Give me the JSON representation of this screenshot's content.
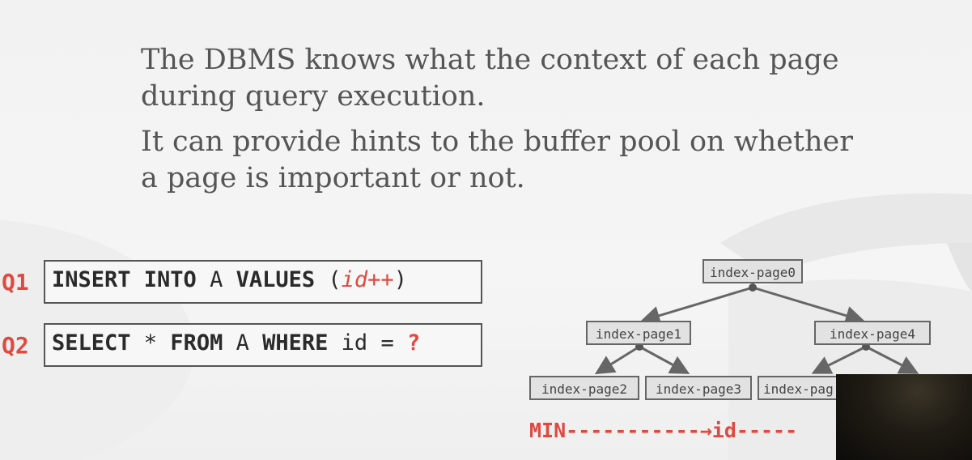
{
  "bullets": [
    "The DBMS knows what the context of each page during query execution.",
    "It can provide hints to the buffer pool on whether a page is important or not."
  ],
  "queries": [
    {
      "label": "Q1",
      "t1": "INSERT INTO",
      "t2": " A ",
      "t3": "VALUES",
      "t4": " (",
      "t5": "id++",
      "t6": ")"
    },
    {
      "label": "Q2",
      "t1": "SELECT",
      "t2": " * ",
      "t3": "FROM",
      "t4": " A ",
      "t5": "WHERE",
      "t6": " id = ",
      "t7": "?"
    }
  ],
  "tree": {
    "nodes": [
      "index-page0",
      "index-page1",
      "index-page4",
      "index-page2",
      "index-page3",
      "index-pag"
    ]
  },
  "range": {
    "min": "MIN",
    "dashes_left": "-----------",
    "arrow": "→",
    "id": "id",
    "dashes_right": "-----"
  },
  "colors": {
    "accent_red": "#e0493f",
    "text_gray": "#555555",
    "node_fill": "#e2e2e2"
  }
}
